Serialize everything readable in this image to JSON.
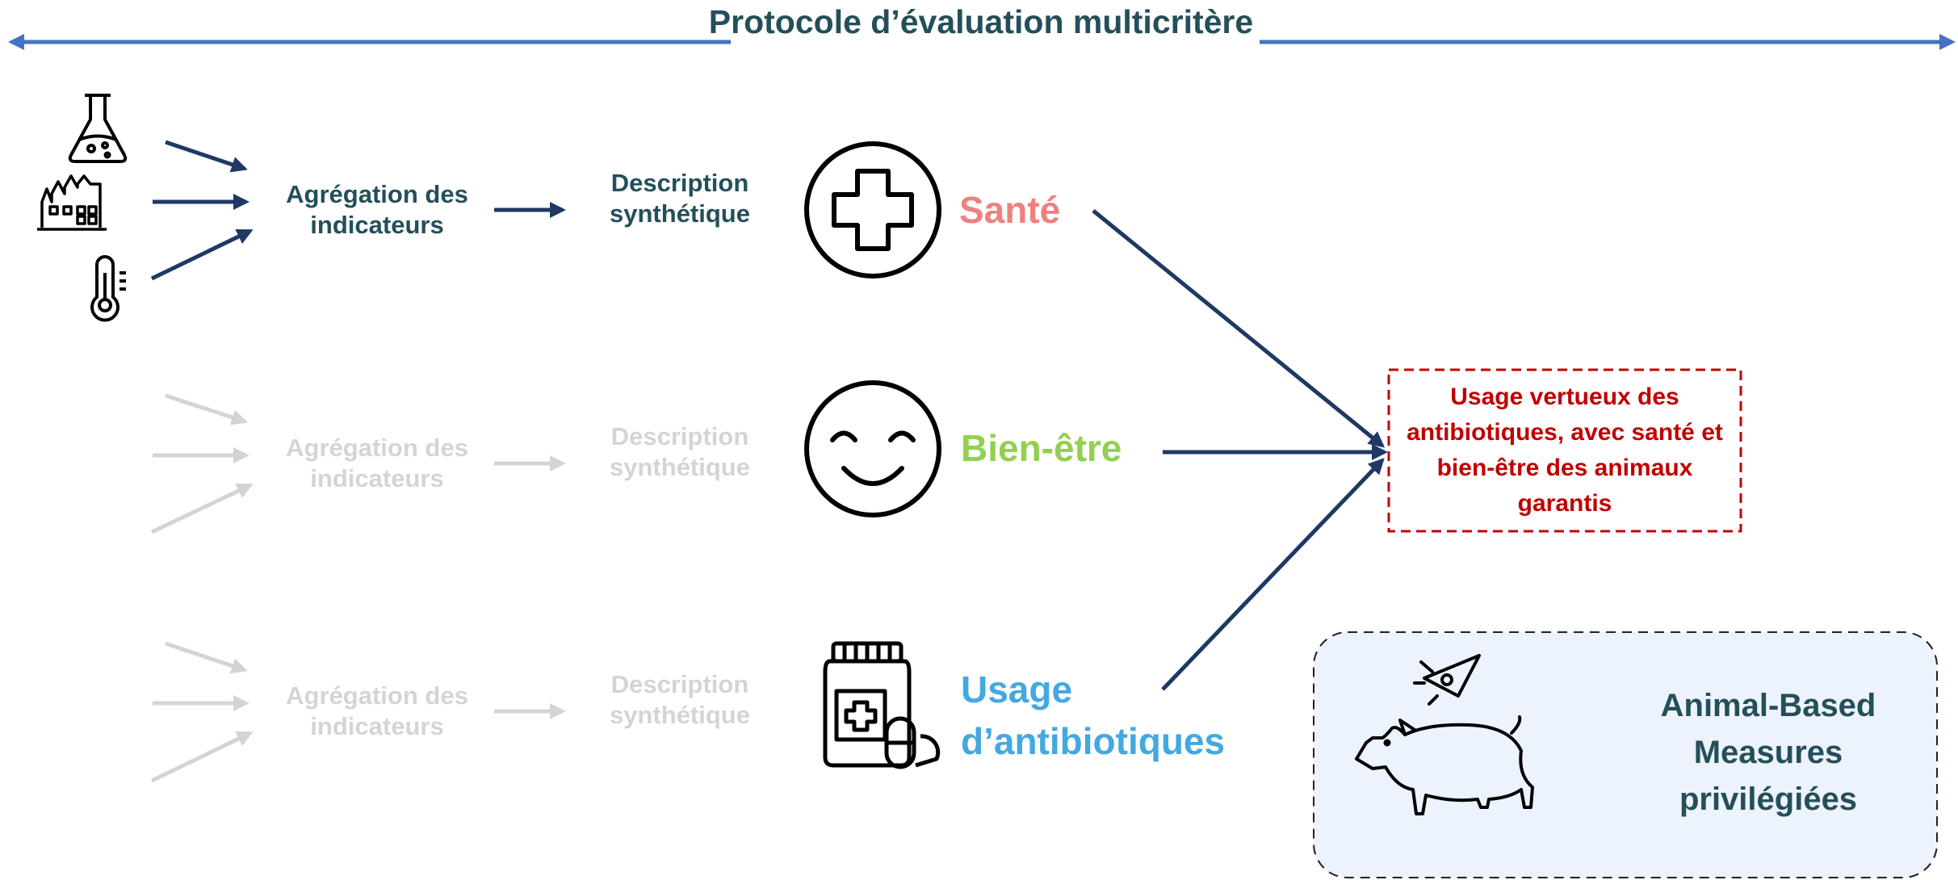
{
  "title": "Protocole d’évaluation multicritère",
  "rows": [
    {
      "state": "active",
      "aggregation": "Agrégation des indicateurs",
      "description": "Description synthétique"
    },
    {
      "state": "faded",
      "aggregation": "Agrégation des indicateurs",
      "description": "Description synthétique"
    },
    {
      "state": "faded",
      "aggregation": "Agrégation des indicateurs",
      "description": "Description synthétique"
    }
  ],
  "criteria": [
    {
      "label": "Santé",
      "icon": "medical-cross-icon",
      "color": "#f08080"
    },
    {
      "label": "Bien-être",
      "icon": "smiley-face-icon",
      "color": "#92d050"
    },
    {
      "label": "Usage d’antibiotiques",
      "icon": "medicine-bottle-icon",
      "color": "#44a8e0"
    }
  ],
  "input_icons": [
    "flask-icon",
    "factory-icon",
    "thermometer-icon"
  ],
  "outcome": {
    "text": "Usage vertueux des antibiotiques, avec santé et bien-être des animaux garantis",
    "color": "#c00000"
  },
  "abm_panel": {
    "text": "Animal-Based Measures privilégiées",
    "icons": [
      "pig-icon",
      "eye-icon"
    ],
    "background": "#edf3fd"
  },
  "colors": {
    "navy": "#1f3864",
    "faded": "#d6d3d8",
    "title": "#244f5a",
    "timeline": "#4472c4"
  }
}
